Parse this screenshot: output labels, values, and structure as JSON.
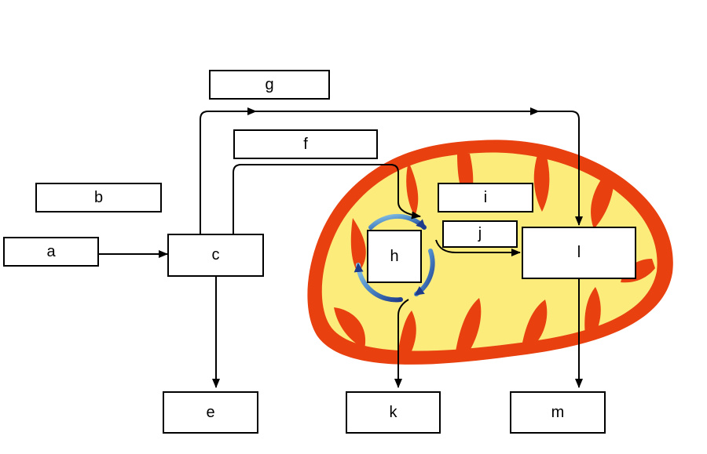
{
  "labels": {
    "a": "a",
    "b": "b",
    "c": "c",
    "e": "e",
    "f": "f",
    "g": "g",
    "h": "h",
    "i": "i",
    "j": "j",
    "k": "k",
    "l": "l",
    "m": "m"
  },
  "colors": {
    "mitochondrion_membrane": "#e8400f",
    "mitochondrion_matrix": "#fbec7c",
    "cycle_arrow_dark": "#1f3c8c",
    "cycle_arrow_light": "#8ec8e6",
    "arrow": "#000000"
  }
}
